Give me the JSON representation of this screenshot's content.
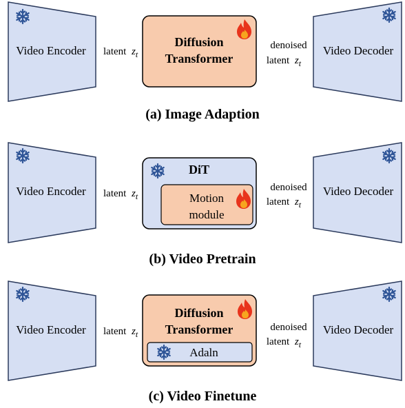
{
  "colors": {
    "encoder_fill": "#d6dff3",
    "encoder_stroke": "#2b3a5c",
    "transformer_fill": "#f8cbad",
    "dit_fill": "#d6dff3",
    "snowflake": "#2f5597",
    "flame_outer": "#e8341c",
    "flame_inner": "#f7a51f"
  },
  "panels": [
    {
      "caption": "(a) Image Adaption",
      "encoder_label": "Video Encoder",
      "decoder_label": "Video Decoder",
      "latent_label": "latent",
      "latent_var": "z",
      "latent_sub": "t",
      "denoised_line1": "denoised",
      "denoised_line2": "latent",
      "denoised_var": "z",
      "denoised_sub": "t",
      "center": {
        "line1": "Diffusion",
        "line2": "Transformer"
      }
    },
    {
      "caption": "(b) Video Pretrain",
      "encoder_label": "Video Encoder",
      "decoder_label": "Video Decoder",
      "latent_label": "latent",
      "latent_var": "z",
      "latent_sub": "t",
      "denoised_line1": "denoised",
      "denoised_line2": "latent",
      "denoised_var": "z",
      "denoised_sub": "t",
      "center": {
        "title": "DiT",
        "inner_line1": "Motion",
        "inner_line2": "module"
      }
    },
    {
      "caption": "(c) Video Finetune",
      "encoder_label": "Video Encoder",
      "decoder_label": "Video Decoder",
      "latent_label": "latent",
      "latent_var": "z",
      "latent_sub": "t",
      "denoised_line1": "denoised",
      "denoised_line2": "latent",
      "denoised_var": "z",
      "denoised_sub": "t",
      "center": {
        "line1": "Diffusion",
        "line2": "Transformer",
        "inner_label": "Adaln"
      }
    }
  ]
}
